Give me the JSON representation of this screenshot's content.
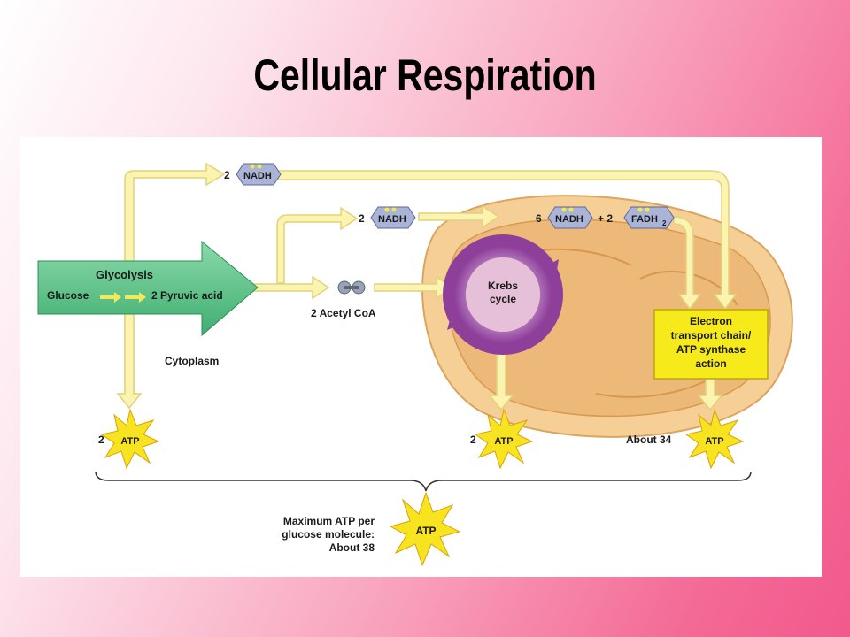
{
  "title": "Cellular Respiration",
  "diagram": {
    "glycolysis": "Glycolysis",
    "glucose": "Glucose",
    "pyruvic": "2 Pyruvic acid",
    "cytoplasm": "Cytoplasm",
    "acetyl": "2 Acetyl CoA",
    "krebs_line1": "Krebs",
    "krebs_line2": "cycle",
    "nadh_top_count": "2",
    "nadh_mid_count": "2",
    "nadh_right_count": "6",
    "nadh": "NADH",
    "plus_two": "+ 2",
    "fadh": "FADH",
    "fadh_sub": "2",
    "etc_line1": "Electron",
    "etc_line2": "transport chain/",
    "etc_line3": "ATP synthase",
    "etc_line4": "action",
    "atp": "ATP",
    "atp_left_count": "2",
    "atp_mid_count": "2",
    "atp_right_count": "About 34",
    "max_line1": "Maximum ATP per",
    "max_line2": "glucose molecule:",
    "max_line3": "About 38"
  },
  "colors": {
    "arrow_yellow": "#fbf3b0",
    "glycolysis_green": "#5cc48a",
    "mito_outer": "#f3c98e",
    "mito_inner": "#eab46e",
    "krebs_purple": "#9b4fa6",
    "etc_yellow": "#f7ea1a",
    "atp_star": "#f7e320"
  }
}
